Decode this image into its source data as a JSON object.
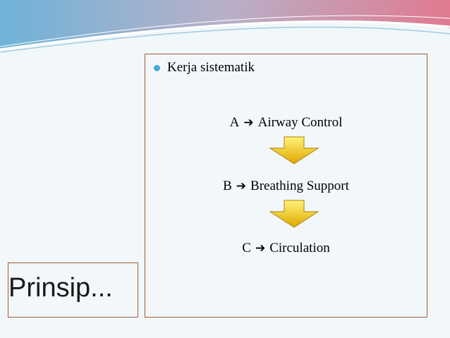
{
  "slide": {
    "bullet": "Kerja sistematik",
    "steps": [
      {
        "letter": "A",
        "arrow": "➔",
        "label": "Airway Control"
      },
      {
        "letter": "B",
        "arrow": "➔",
        "label": "Breathing Support"
      },
      {
        "letter": "C",
        "arrow": "➔",
        "label": "Circulation"
      }
    ],
    "title": "Prinsip..."
  },
  "colors": {
    "bullet": "#4aa8d8",
    "border": "#a05a3a",
    "arrow_fill": "#f5c400",
    "header_pink": "#e07a90",
    "header_blue": "#6fb3d8"
  }
}
